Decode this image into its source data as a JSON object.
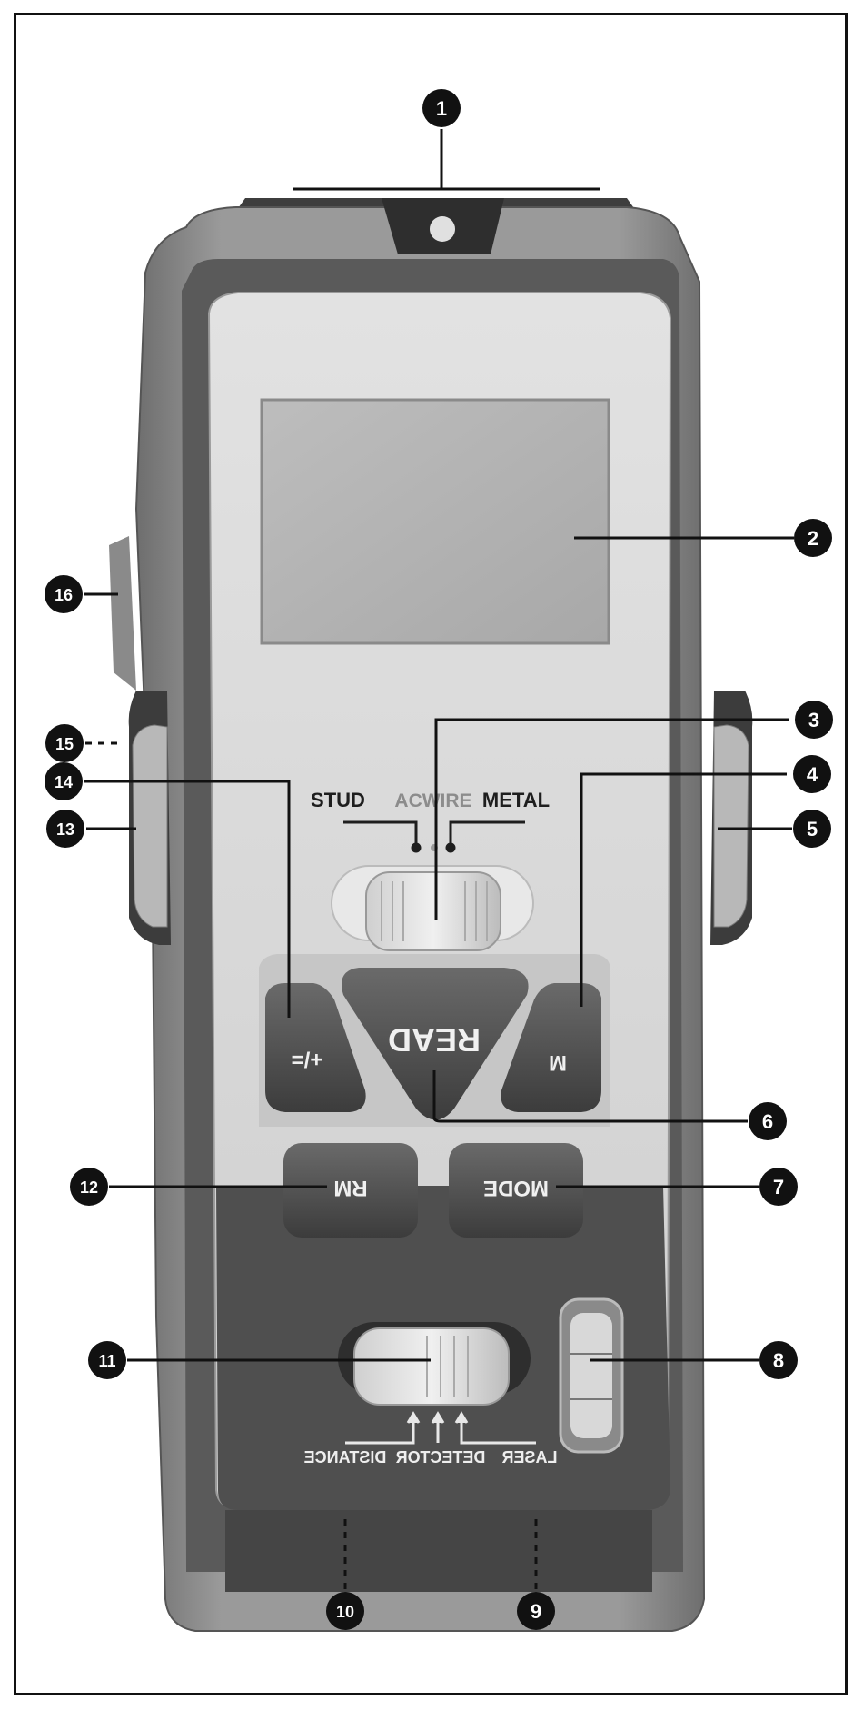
{
  "callouts": [
    "1",
    "2",
    "3",
    "4",
    "5",
    "6",
    "7",
    "8",
    "9",
    "10",
    "11",
    "12",
    "13",
    "14",
    "15",
    "16"
  ],
  "device": {
    "switch_labels": {
      "left": "STUD",
      "middle": "ACWIRE",
      "right": "METAL"
    },
    "buttons": {
      "plus_equals": "+/=",
      "read": "READ",
      "memory": "M",
      "rm": "RM",
      "mode": "MODE"
    },
    "bottom_labels": {
      "distance": "DISTANCE",
      "detector": "DETECTOR",
      "laser": "LASER"
    }
  },
  "colors": {
    "frame": "#111111",
    "callout": "#111111",
    "body_dark": "#4a4a4a",
    "body_mid": "#8c8c8c",
    "face_light": "#d4d4d4",
    "screen": "#b5b5b5"
  }
}
